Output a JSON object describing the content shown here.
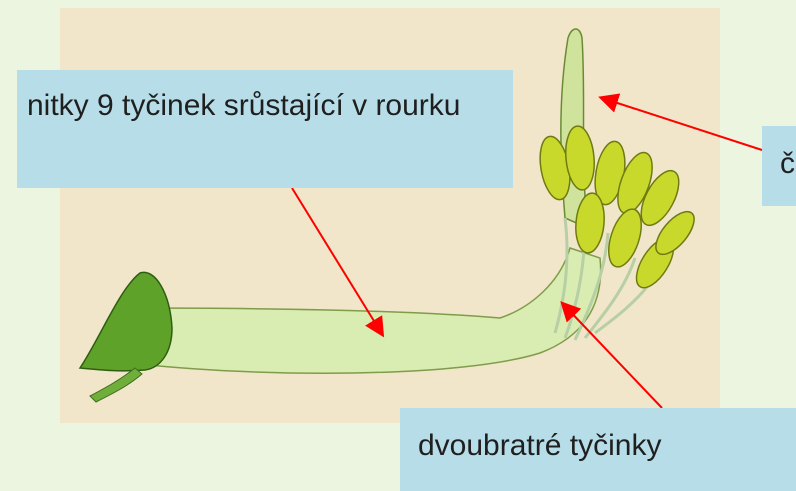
{
  "labels": {
    "tube": "nitky 9 tyčinek srůstající v rourku",
    "stigma": "čnělka",
    "stamens": "dvoubratré tyčinky"
  },
  "colors": {
    "background": "#ebf5df",
    "paper": "#f1e6c9",
    "label_box": "#b7dde8",
    "arrow": "#ff0000",
    "calyx": "#5fa22a",
    "tube": "#d9ecb1",
    "anther": "#c9d92c"
  }
}
